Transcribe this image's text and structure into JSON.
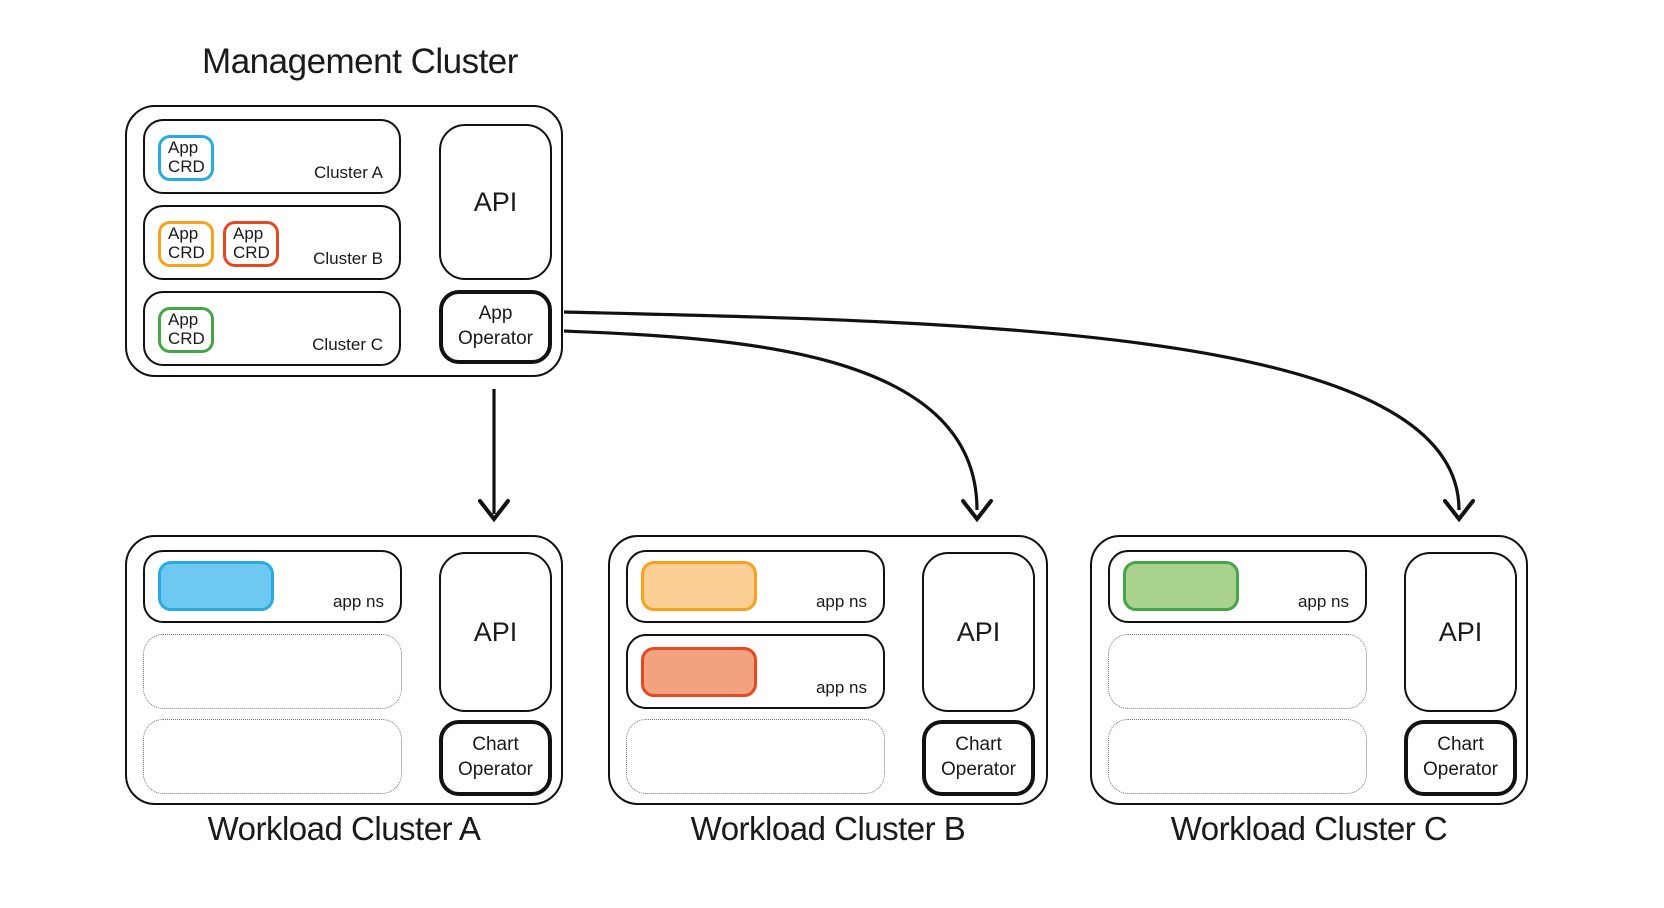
{
  "title": "Management Cluster",
  "colors": {
    "blue": {
      "border": "#29abe2",
      "fill": "#6dc9f1"
    },
    "orange": {
      "border": "#f7a11c",
      "fill": "#fbce93"
    },
    "red": {
      "border": "#e8481f",
      "fill": "#f1a27f"
    },
    "green": {
      "border": "#45a648",
      "fill": "#a9d28f"
    },
    "line": "#111111"
  },
  "management": {
    "api_label": "API",
    "operator_label": "App Operator",
    "rows": [
      {
        "label": "Cluster A",
        "crds": [
          {
            "label": "App CRD",
            "color": "blue"
          }
        ]
      },
      {
        "label": "Cluster B",
        "crds": [
          {
            "label": "App CRD",
            "color": "orange"
          },
          {
            "label": "App CRD",
            "color": "red"
          }
        ]
      },
      {
        "label": "Cluster C",
        "crds": [
          {
            "label": "App CRD",
            "color": "green"
          }
        ]
      }
    ]
  },
  "workloads": [
    {
      "name": "Workload Cluster A",
      "api_label": "API",
      "operator_label": "Chart Operator",
      "rows": [
        {
          "type": "app-namespace",
          "color": "blue",
          "label": "app ns"
        },
        {
          "type": "empty"
        },
        {
          "type": "empty"
        }
      ]
    },
    {
      "name": "Workload Cluster B",
      "api_label": "API",
      "operator_label": "Chart Operator",
      "rows": [
        {
          "type": "app-namespace",
          "color": "orange",
          "label": "app ns"
        },
        {
          "type": "app-namespace",
          "color": "red",
          "label": "app ns"
        },
        {
          "type": "empty"
        }
      ]
    },
    {
      "name": "Workload Cluster C",
      "api_label": "API",
      "operator_label": "Chart Operator",
      "rows": [
        {
          "type": "app-namespace",
          "color": "green",
          "label": "app ns"
        },
        {
          "type": "empty"
        },
        {
          "type": "empty"
        }
      ]
    }
  ]
}
